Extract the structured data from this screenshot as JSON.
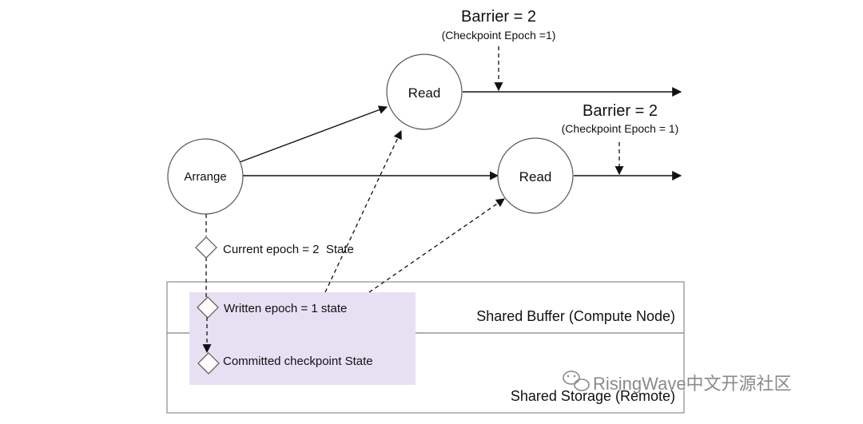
{
  "nodes": {
    "arrange": {
      "label": "Arrange"
    },
    "read_top": {
      "label": "Read"
    },
    "read_bottom": {
      "label": "Read"
    }
  },
  "barriers": {
    "top": {
      "title": "Barrier = 2",
      "subtitle": "(Checkpoint Epoch =1)"
    },
    "bottom": {
      "title": "Barrier = 2",
      "subtitle": "(Checkpoint Epoch = 1)"
    }
  },
  "states": {
    "current": "Current epoch = 2  State",
    "written": "Written epoch = 1 state",
    "committed": "Committed checkpoint State"
  },
  "boxes": {
    "shared_buffer": "Shared Buffer (Compute Node)",
    "shared_storage": "Shared Storage (Remote)"
  },
  "watermark": {
    "text": "RisingWave中文开源社区"
  },
  "colors": {
    "highlight": "#e7e0f3",
    "stroke": "#111111",
    "box_border": "#8c8c8c"
  }
}
